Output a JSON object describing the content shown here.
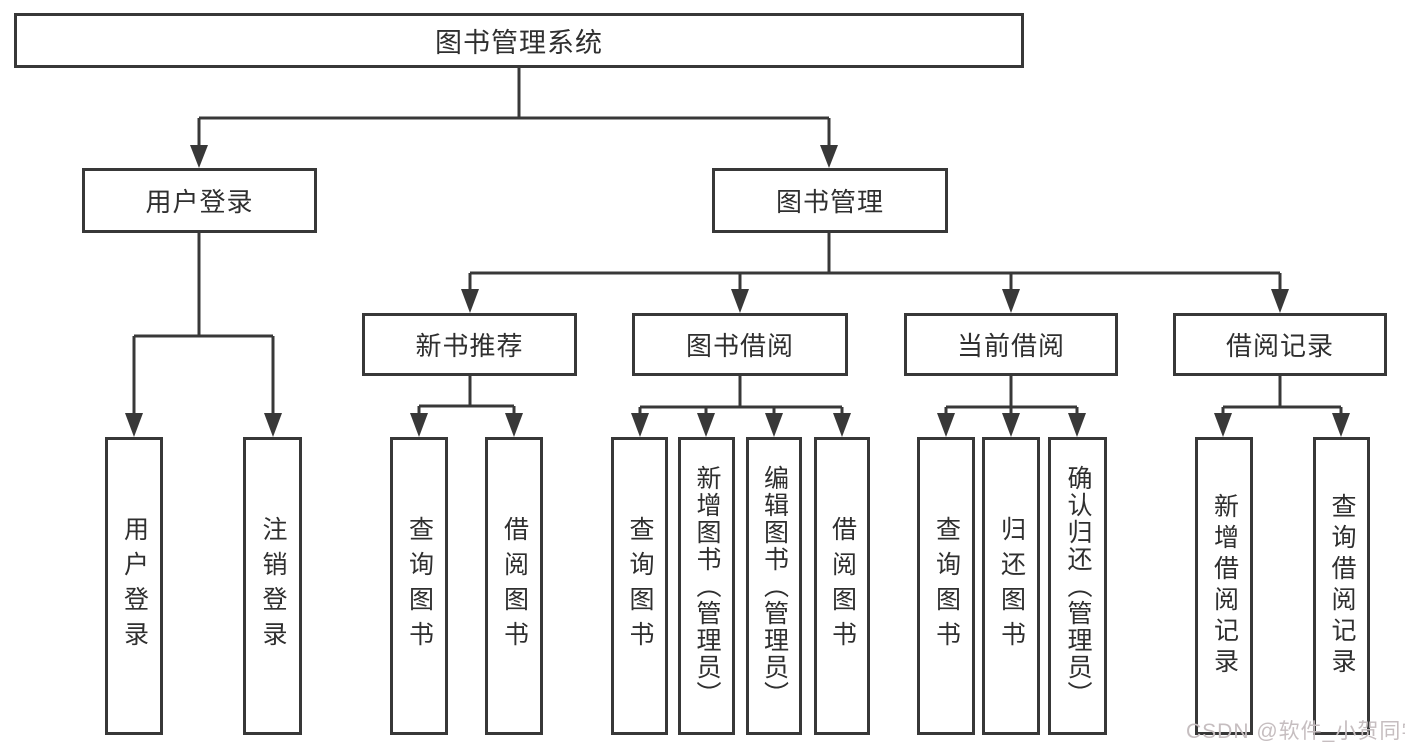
{
  "diagram": {
    "root": {
      "label": "图书管理系统"
    },
    "branches": [
      {
        "label": "用户登录",
        "children": [
          {
            "label": "用户登录"
          },
          {
            "label": "注销登录"
          }
        ]
      },
      {
        "label": "图书管理",
        "children": [
          {
            "label": "新书推荐",
            "children": [
              {
                "label": "查询图书"
              },
              {
                "label": "借阅图书"
              }
            ]
          },
          {
            "label": "图书借阅",
            "children": [
              {
                "label": "查询图书"
              },
              {
                "label": "新增图书（管理员）"
              },
              {
                "label": "编辑图书（管理员）"
              },
              {
                "label": "借阅图书"
              }
            ]
          },
          {
            "label": "当前借阅",
            "children": [
              {
                "label": "查询图书"
              },
              {
                "label": "归还图书"
              },
              {
                "label": "确认归还（管理员）"
              }
            ]
          },
          {
            "label": "借阅记录",
            "children": [
              {
                "label": "新增借阅记录"
              },
              {
                "label": "查询借阅记录"
              }
            ]
          }
        ]
      }
    ]
  },
  "watermark": {
    "text": "CSDN @软件_小贺同学"
  },
  "colors": {
    "line": "#383838",
    "box_border": "#383838",
    "text": "#2f2f2f",
    "watermark": "#c6bec0",
    "background": "#ffffff"
  }
}
